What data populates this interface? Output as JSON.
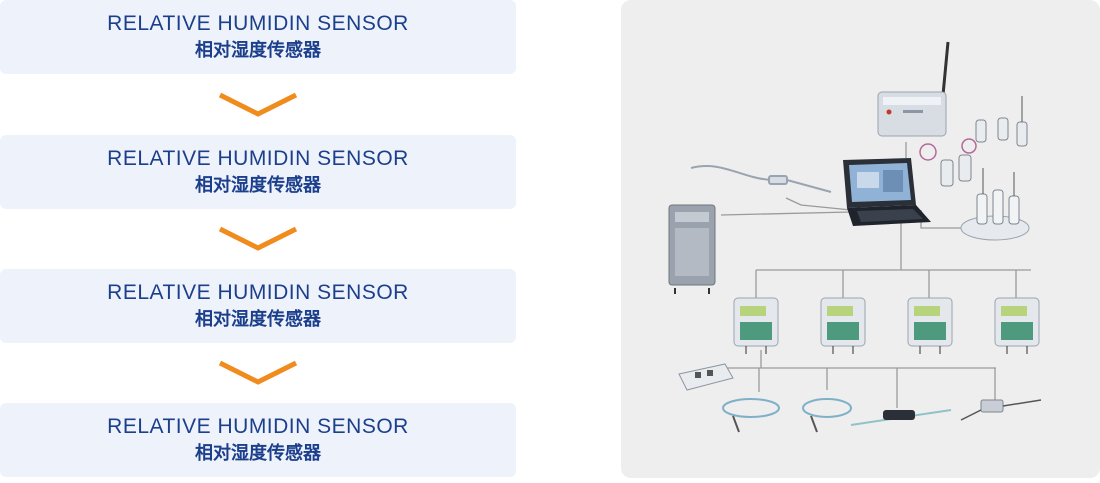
{
  "steps": [
    {
      "en": "RELATIVE HUMIDIN SENSOR",
      "cn": "相对湿度传感器"
    },
    {
      "en": "RELATIVE HUMIDIN SENSOR",
      "cn": "相对湿度传感器"
    },
    {
      "en": "RELATIVE HUMIDIN SENSOR",
      "cn": "相对湿度传感器"
    },
    {
      "en": "RELATIVE HUMIDIN SENSOR",
      "cn": "相对湿度传感器"
    }
  ],
  "colors": {
    "step_bg": "#eef3fb",
    "step_text": "#1c3f8c",
    "chevron": "#f08c1e",
    "panel_bg": "#eeeeee",
    "line": "#9a9a9a"
  },
  "icons": [
    "chevron-down-icon",
    "antenna-icon",
    "gateway-icon",
    "laptop-icon",
    "chamber-icon",
    "data-logger-icon",
    "probe-icon"
  ]
}
